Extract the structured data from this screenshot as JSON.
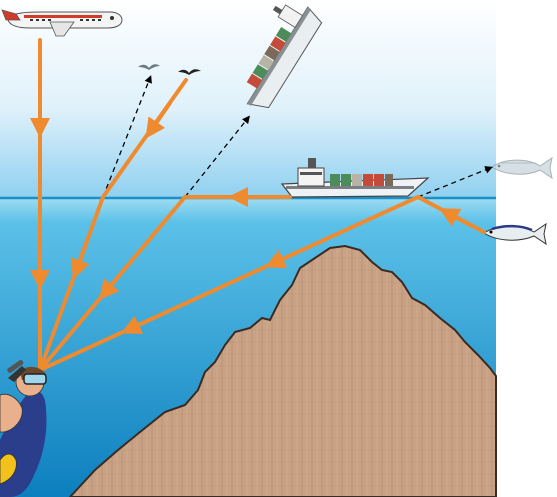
{
  "figure": {
    "colors": {
      "sky_top": "#7fc4ea",
      "sky_bottom": "#ffffff",
      "water_surface": "#1f9fd4",
      "water_deep": "#0b7fbf",
      "rock": "#c9a184",
      "rock_edge": "#3a2b22",
      "ray": "#f08a2e",
      "dashed": "#000000"
    },
    "objects": [
      {
        "id": "airplane",
        "icon": "airplane-icon"
      },
      {
        "id": "birds",
        "icon": "bird-icon"
      },
      {
        "id": "ship-apparent",
        "icon": "ship-icon"
      },
      {
        "id": "ship-real",
        "icon": "ship-icon"
      },
      {
        "id": "fish-apparent",
        "icon": "fish-icon"
      },
      {
        "id": "fish-real",
        "icon": "fish-icon"
      },
      {
        "id": "diver",
        "icon": "diver-icon"
      },
      {
        "id": "underwater-rock",
        "icon": "rock-icon"
      }
    ]
  }
}
